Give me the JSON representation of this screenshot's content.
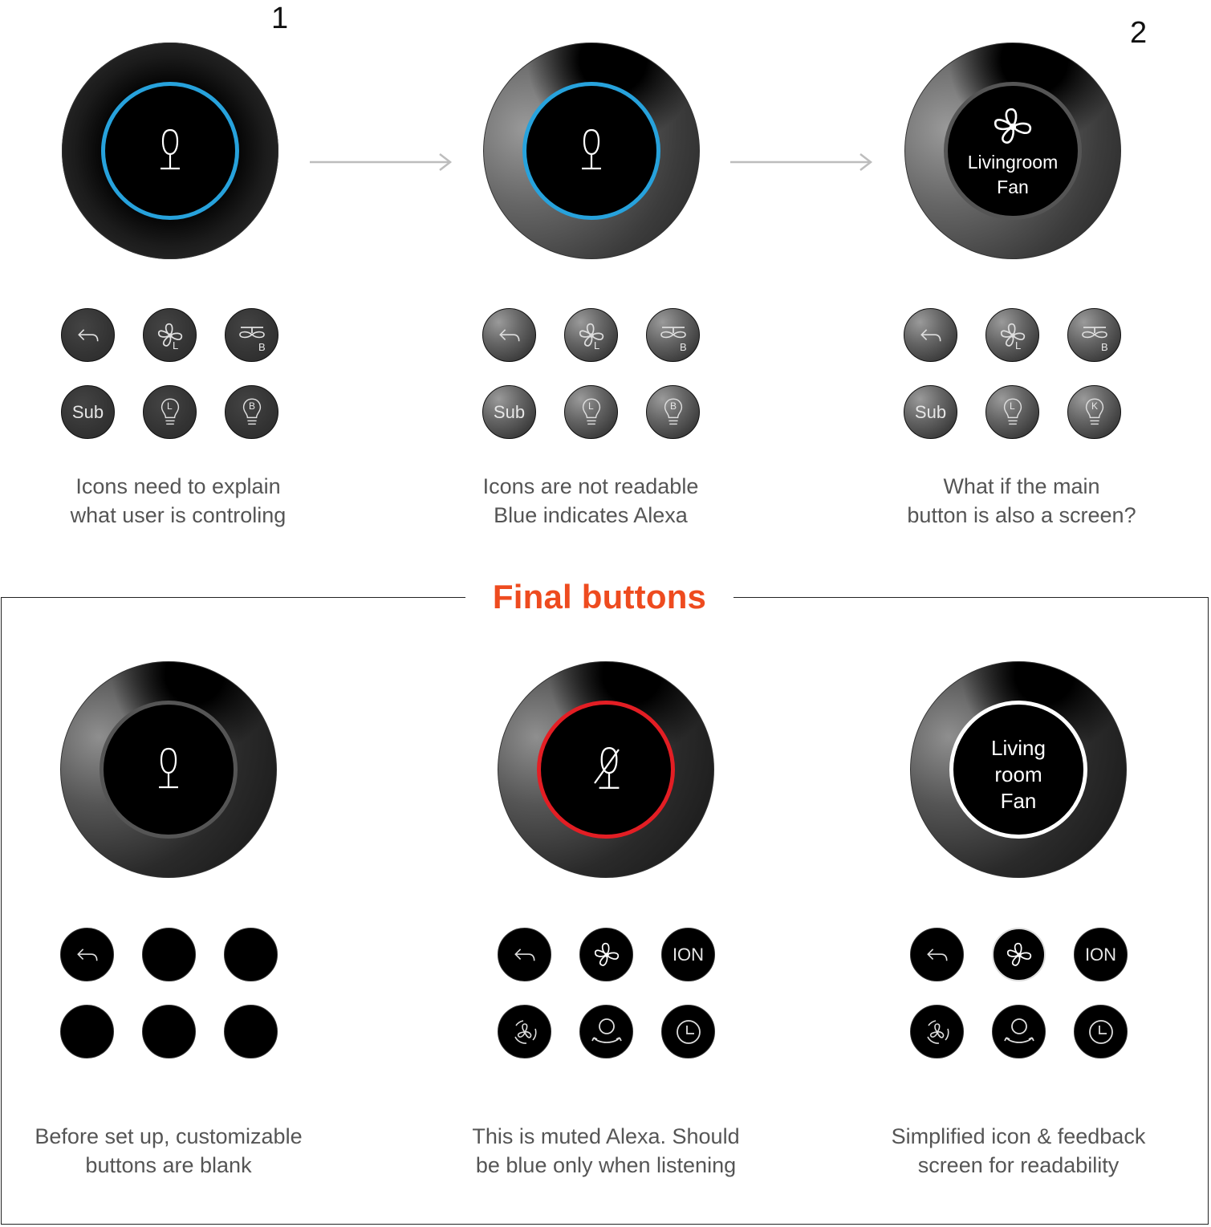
{
  "stage_numbers": [
    "1",
    "2"
  ],
  "captions": [
    [
      "Icons need to explain",
      "what user is controling"
    ],
    [
      "Icons are not readable",
      "Blue indicates Alexa"
    ],
    [
      "What if the main",
      "button is also a screen?"
    ],
    [
      "Before set up, customizable",
      "buttons are blank"
    ],
    [
      "This is muted Alexa. Should",
      "be blue only when listening"
    ],
    [
      "Simplified icon & feedback",
      "screen for readability"
    ]
  ],
  "screen_labels": {
    "concept_3": [
      "Livingroom",
      "Fan"
    ],
    "final_3": [
      "Living",
      "room",
      "Fan"
    ]
  },
  "button_labels": {
    "sub": "Sub",
    "ion": "ION",
    "light_letter": "L",
    "bedroom_letter": "B",
    "kitchen_letter": "K"
  },
  "final_title": "Final buttons",
  "colors": {
    "alexa_blue": "#27a2dc",
    "muted_red": "#e31e24",
    "accent_orange": "#ee4b1f"
  },
  "icons": [
    "back-arrow-icon",
    "fan-icon",
    "ceiling-fan-icon",
    "bulb-icon",
    "microphone-icon",
    "muted-microphone-icon",
    "rotate-fan-icon",
    "person-oscillate-icon",
    "clock-icon"
  ]
}
